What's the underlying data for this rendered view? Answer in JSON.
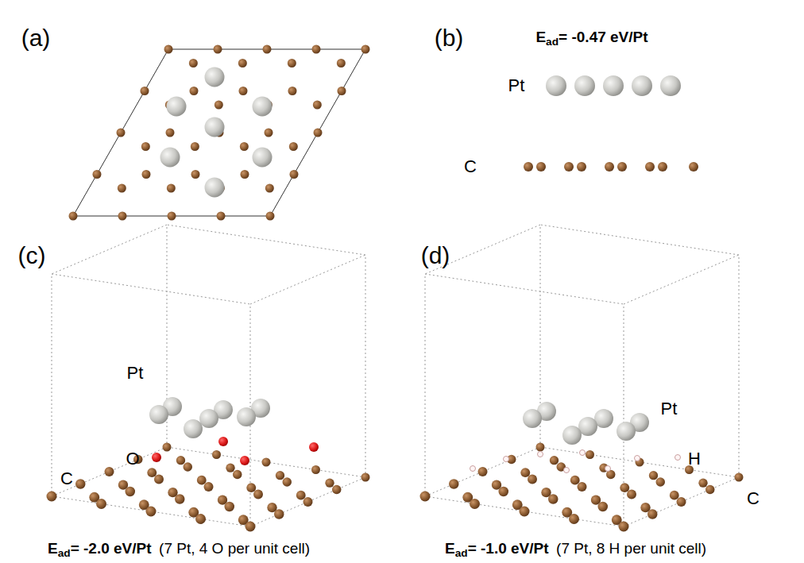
{
  "diagram": {
    "labels": [
      "(a)",
      "(b)",
      "E",
      "ad",
      "= -0.47 eV/Pt",
      "Pt",
      "C",
      "(c)",
      "Pt",
      "O",
      "C",
      "E",
      "ad",
      "= -2.0 eV/Pt",
      "(7 Pt, 4 O per unit cell)",
      "(d)",
      "Pt",
      "H",
      "C",
      "E",
      "ad",
      "= -1.0 eV/Pt",
      "(7 Pt, 8 H per unit cell)"
    ]
  }
}
